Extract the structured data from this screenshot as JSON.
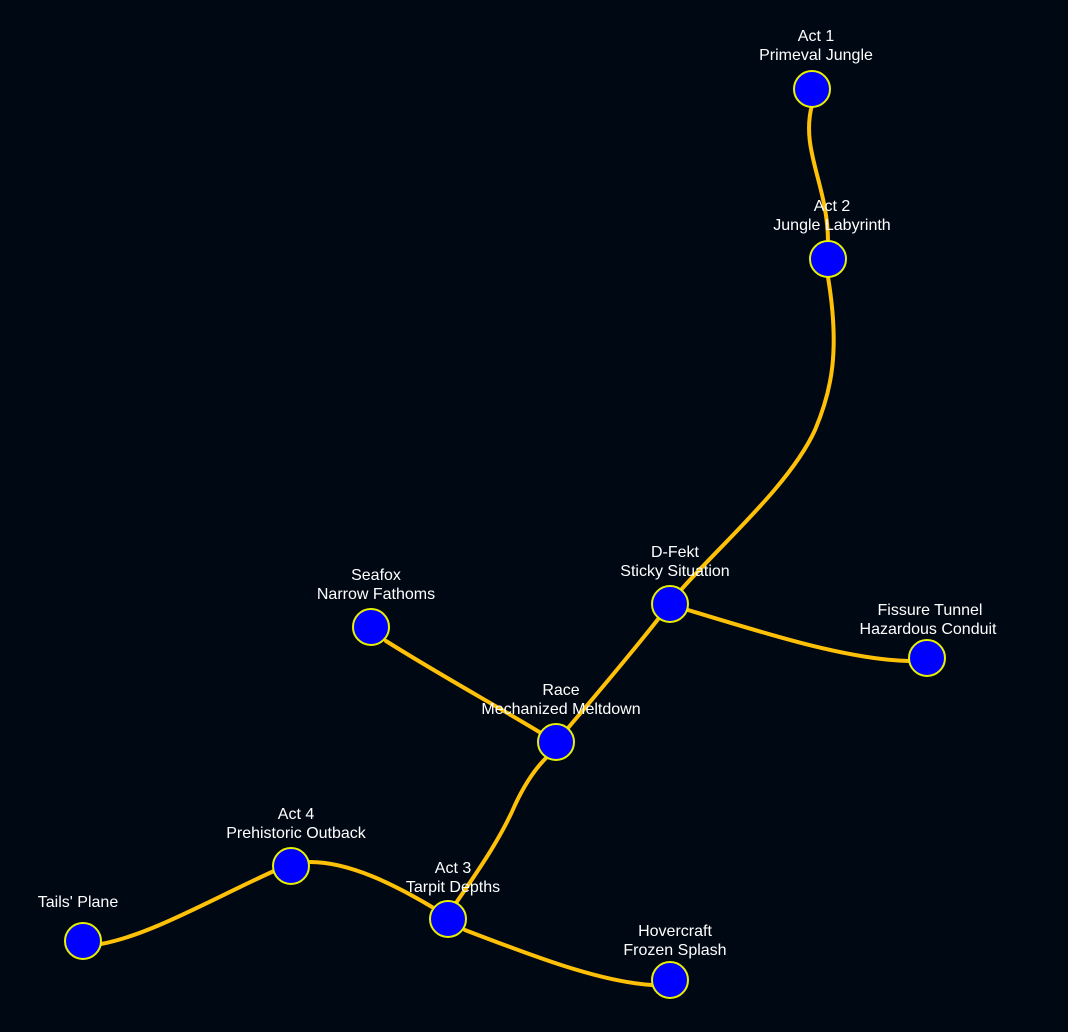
{
  "colors": {
    "background": "#000814",
    "link": "#ffc107",
    "node_fill": "#0000ff",
    "node_stroke": "#e6f000",
    "label": "#ffffff"
  },
  "nodes": [
    {
      "id": "act1",
      "line1": "Act 1",
      "line2": "Primeval Jungle"
    },
    {
      "id": "act2",
      "line1": "Act 2",
      "line2": "Jungle Labyrinth"
    },
    {
      "id": "dfekt",
      "line1": "D-Fekt",
      "line2": "Sticky Situation"
    },
    {
      "id": "fissure",
      "line1": "Fissure Tunnel",
      "line2": "Hazardous Conduit"
    },
    {
      "id": "seafox",
      "line1": "Seafox",
      "line2": "Narrow Fathoms"
    },
    {
      "id": "race",
      "line1": "Race",
      "line2": "Mechanized Meltdown"
    },
    {
      "id": "act4",
      "line1": "Act 4",
      "line2": "Prehistoric Outback"
    },
    {
      "id": "act3",
      "line1": "Act 3",
      "line2": "Tarpit Depths"
    },
    {
      "id": "tails",
      "line1": "",
      "line2": "Tails' Plane"
    },
    {
      "id": "hovercraft",
      "line1": "Hovercraft",
      "line2": "Frozen Splash"
    }
  ],
  "links": [
    {
      "from": "act1",
      "to": "act2"
    },
    {
      "from": "act2",
      "to": "dfekt"
    },
    {
      "from": "dfekt",
      "to": "fissure"
    },
    {
      "from": "dfekt",
      "to": "race"
    },
    {
      "from": "seafox",
      "to": "race"
    },
    {
      "from": "race",
      "to": "act3"
    },
    {
      "from": "act4",
      "to": "act3"
    },
    {
      "from": "tails",
      "to": "act4"
    },
    {
      "from": "act3",
      "to": "hovercraft"
    }
  ]
}
